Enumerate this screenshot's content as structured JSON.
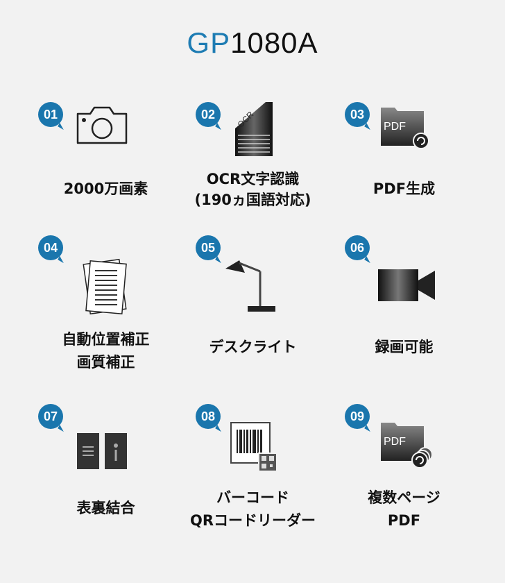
{
  "title": {
    "prefix": "GP",
    "model": "1080A"
  },
  "features": [
    {
      "num": "01",
      "icon": "camera-icon",
      "lines": [
        "2000万画素"
      ]
    },
    {
      "num": "02",
      "icon": "ocr-document-icon",
      "icon_text": "OCR",
      "lines": [
        "OCR文字認識",
        "(190ヵ国語対応)"
      ]
    },
    {
      "num": "03",
      "icon": "pdf-folder-icon",
      "icon_text": "PDF",
      "lines": [
        "PDF生成"
      ]
    },
    {
      "num": "04",
      "icon": "document-stack-icon",
      "lines": [
        "自動位置補正",
        "画質補正"
      ]
    },
    {
      "num": "05",
      "icon": "desk-lamp-icon",
      "lines": [
        "デスクライト"
      ]
    },
    {
      "num": "06",
      "icon": "video-camera-icon",
      "lines": [
        "録画可能"
      ]
    },
    {
      "num": "07",
      "icon": "front-back-merge-icon",
      "lines": [
        "表裏結合"
      ]
    },
    {
      "num": "08",
      "icon": "barcode-qr-icon",
      "lines": [
        "バーコード",
        "QRコードリーダー"
      ]
    },
    {
      "num": "09",
      "icon": "multi-page-pdf-icon",
      "icon_text": "PDF",
      "lines": [
        "複数ページ",
        "PDF"
      ]
    }
  ],
  "colors": {
    "accent": "#1a76ad",
    "background": "#f2f2f2"
  }
}
